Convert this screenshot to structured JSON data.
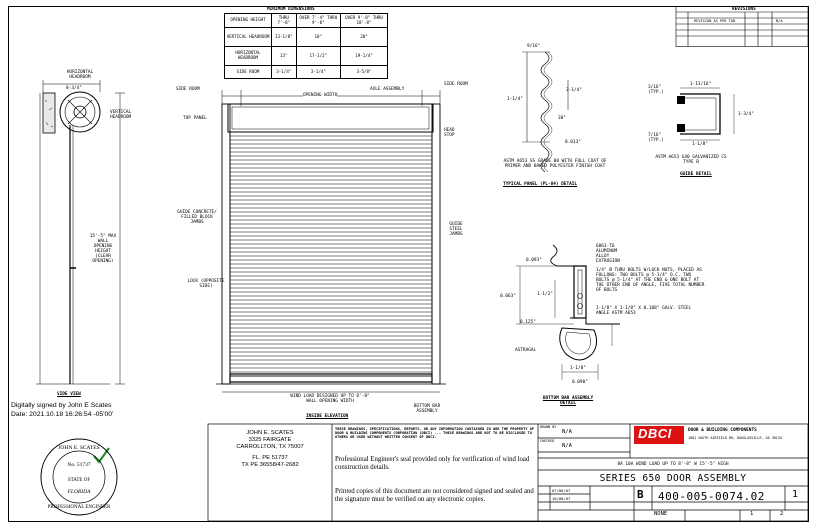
{
  "dimension_table": {
    "title": "MINIMUM DIMENSIONS",
    "headers": [
      "OPENING HEIGHT",
      "THRU 7'-8\"",
      "OVER 7'-4\" THRU 9'-8\"",
      "OVER 9'-8\" THRU 18'-8\""
    ],
    "rows": [
      [
        "VERTICAL HEADROOM",
        "13-1/8\"",
        "18\"",
        "20\""
      ],
      [
        "HORIZONTAL HEADROOM",
        "13\"",
        "17-1/2\"",
        "19-1/4\""
      ],
      [
        "SIDE ROOM",
        "3-1/4\"",
        "3-1/4\"",
        "3-5/8\""
      ]
    ]
  },
  "revision_block": {
    "title": "REVISIONS",
    "row": [
      "",
      "",
      "",
      "REVISION AS PER TAB",
      "",
      "N/A"
    ]
  },
  "side_view": {
    "horizontal_headroom": "HORIZONTAL HEADROOM",
    "vertical_headroom": "VERTICAL HEADROOM",
    "dim_value": "8-3/4\"",
    "height_note": "15'-5\" MAX WALL OPENING HEIGHT (CLEAR OPENING)",
    "caption": "SIDE VIEW"
  },
  "elevation": {
    "side_room_left": "SIDE ROOM",
    "side_room_right": "SIDE ROOM",
    "opening_width": "OPENING WIDTH",
    "axle_assembly": "AXLE ASSEMBLY",
    "top_panel": "TOP PANEL",
    "head_stop": "HEAD STOP",
    "guide_left": "GUIDE CONCRETE/ FILLED BLOCK JAMBS",
    "guide_right": "GUIDE STEEL JAMBS",
    "lock": "LOCK (OPPOSITE SIDE)",
    "bottom_bar": "BOTTOM BAR ASSEMBLY",
    "wind_load_note": "WIND LOAD DESIGNED UP TO 8'-8\" WALL OPENING WIDTH",
    "caption": "INSIDE ELEVATION"
  },
  "curtain_detail": {
    "dim_top": "9/16\"",
    "dim_height": "1-1/4\"",
    "dim_right": "3-1/4\"",
    "angle": "30°",
    "dim_bottom": "0.013\"",
    "note": "ASTM A653 SS GRADE 80 WITH FULL COAT OF PRIMER AND BAKED POLYESTER FINISH COAT",
    "caption": "TYPICAL PANEL (PL-04) DETAIL"
  },
  "guide_detail": {
    "typ1": "3/16\" (TYP.)",
    "typ2": "7/16\" (TYP.)",
    "dim_top": "1-13/16\"",
    "dim_right": "1-3/4\"",
    "dim_bottom": "1-1/8\"",
    "note": "ASTM A653 G40 GALVANIZED CS TYPE B",
    "caption": "GUIDE DETAIL"
  },
  "bottom_bar_detail": {
    "extrusion": "6063-T6 ALUMINUM ALLOY EXTRUSION",
    "bolt_note": "1/4\" Ø THRU BOLTS W/LOCK NUTS, PLACED AS FOLLOWS: TWO BOLTS @ 5-1/4\" O.C. TWO BOLTS @ 5-1/4\" AT THE END & ONE BOLT AT THE OTHER END OF ANGLE, FIVE TOTAL NUMBER OF BOLTS",
    "angle_note": "1-1/8\" X 1-1/8\" X 0.108\" GALV. STEEL ANGLE ASTM A653",
    "astragal": "ASTRAGAL",
    "dim_a": "0.093\"",
    "dim_b": "0.063\"",
    "dim_c": "1-1/2\"",
    "dim_d": "0.125\"",
    "dim_e": "1-1/8\"",
    "dim_f": "0.090\"",
    "caption": "BOTTOM BAR ASSEMBLY DETAIL"
  },
  "signature": {
    "line1": "Digitally signed by John E Scates",
    "line2": "Date: 2021.10.18 16:26:54 -05'00'"
  },
  "seal": {
    "top": "JOHN E. SCATES",
    "license": "No. 51737",
    "state_a": "STATE OF",
    "state_b": "FLORIDA",
    "bottom": "PROFESSIONAL ENGINEER"
  },
  "engineer_block": {
    "name": "JOHN E. SCATES",
    "address1": "3325 FAIRGATE",
    "address2": "CARROLLTON, TX 75007",
    "license": "FL. PE 51737",
    "phone": "TX PE 36558/47-2682"
  },
  "notes": {
    "disclaimer": "THESE DRAWINGS, SPECIFICATIONS, REPORTS, OR ANY INFORMATION CONTAINED IN ARE THE PROPERTY OF DOOR & BUILDING COMPONENTS CORPORATION (DBCI) ... THESE DRAWINGS ARE NOT TO BE DISCLOSED TO OTHERS OR USED WITHOUT WRITTEN CONSENT OF DBCI.",
    "p1": "Professional Engineer's seal provided only for verification of wind load construction details.",
    "p2": "Printed copies of this document are not considered signed and sealed and the signature must be verified on any electronic copies."
  },
  "title_block": {
    "drawn_by_label": "DRAWN BY",
    "drawn_by": "N/A",
    "checked_label": "CHECKED",
    "checked": "N/A",
    "company": "DOOR & BUILDING COMPONENTS",
    "address": "1001 SOUTH AIRFIELD DR, DOUGLASVILLE, GA 30134",
    "subtitle": "8A 10A WIND LOAD UP TO 8'-8\" W 15'-5\" HIGH",
    "title": "SERIES 650 DOOR ASSEMBLY",
    "date1": "07/06/07",
    "date2": "10/08/07",
    "size": "B",
    "dwg_no": "400-005-0074.02",
    "rev": "1",
    "scale": "NONE",
    "sheet": "1",
    "of": "2",
    "logo": "DBCI"
  }
}
